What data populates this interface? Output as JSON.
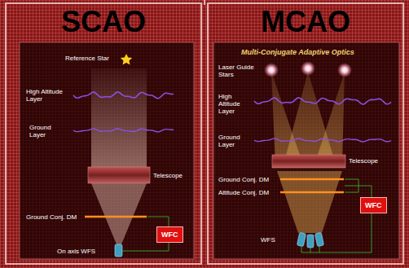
{
  "diagram": {
    "nodes": [
      {
        "text": [
          "SCAO"
        ]
      },
      {
        "text": [
          "MCAO"
        ]
      },
      {
        "text": [
          "WFC"
        ],
        "in": 0
      },
      {
        "text": [
          "WFC"
        ],
        "in": 1
      }
    ],
    "labels": [
      "Reference Star",
      "High Altitude Layer",
      "Ground Layer",
      "Telescope",
      "Ground Conj. DM",
      "On axis WFS",
      "Multi-Conjugate Adaptive Optics",
      "Laser Guide Stars",
      "High Altitude Layer",
      "Ground Layer",
      "Telescope",
      "Ground Conj. DM",
      "Altitude Conj. DM",
      "WFS"
    ]
  }
}
